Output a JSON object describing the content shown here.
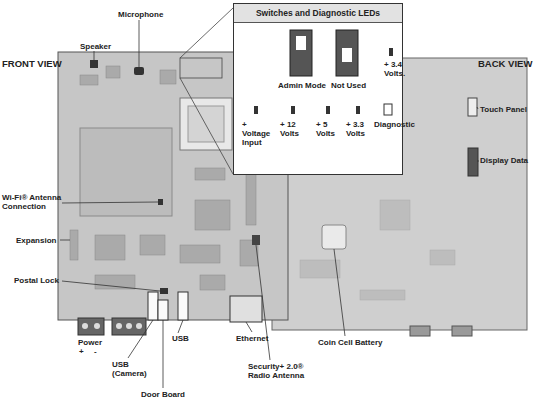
{
  "diagram": {
    "nodes": [
      {
        "text": [
          "Switches and Diagnostic LEDs"
        ]
      }
    ],
    "labels": [
      "Microphone",
      "Speaker",
      "FRONT VIEW",
      "BACK VIEW",
      "Admin Mode",
      "Not Used",
      "+ 3.4 Volts.",
      "+ Voltage Input",
      "+ 12 Volts",
      "+ 5 Volts",
      "+ 3.3 Volts",
      "Diagnostic",
      "Touch Panel",
      "Display Data",
      "Wi-Fi® Antenna Connection",
      "Expansion",
      "Postal Lock",
      "Coin Cell Battery",
      "Power",
      "+ -",
      "USB",
      "Ethernet",
      "USB (Camera)",
      "Door Board",
      "Security+ 2.0® Radio Antenna"
    ]
  }
}
